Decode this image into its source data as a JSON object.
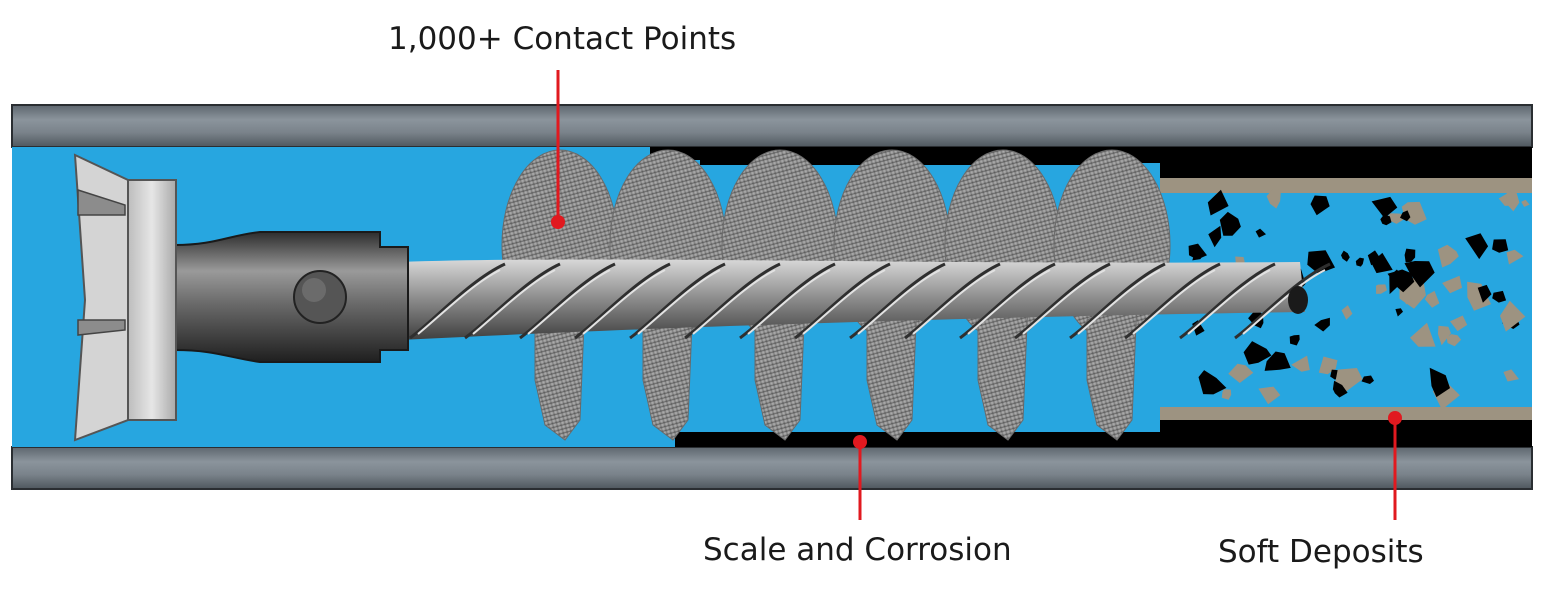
{
  "diagram": {
    "callouts": [
      {
        "id": "contact-points",
        "label": "1,000+ Contact Points"
      },
      {
        "id": "scale-corrosion",
        "label": "Scale and Corrosion"
      },
      {
        "id": "soft-deposits",
        "label": "Soft Deposits"
      }
    ],
    "colors": {
      "pipe_wall": "#6f7982",
      "water": "#27a6e0",
      "scale": "#000000",
      "deposit_layer": "#9d9381",
      "callout": "#e1191f",
      "bristles": "#8a8a8a",
      "shaft": "#4a4a4a"
    }
  }
}
